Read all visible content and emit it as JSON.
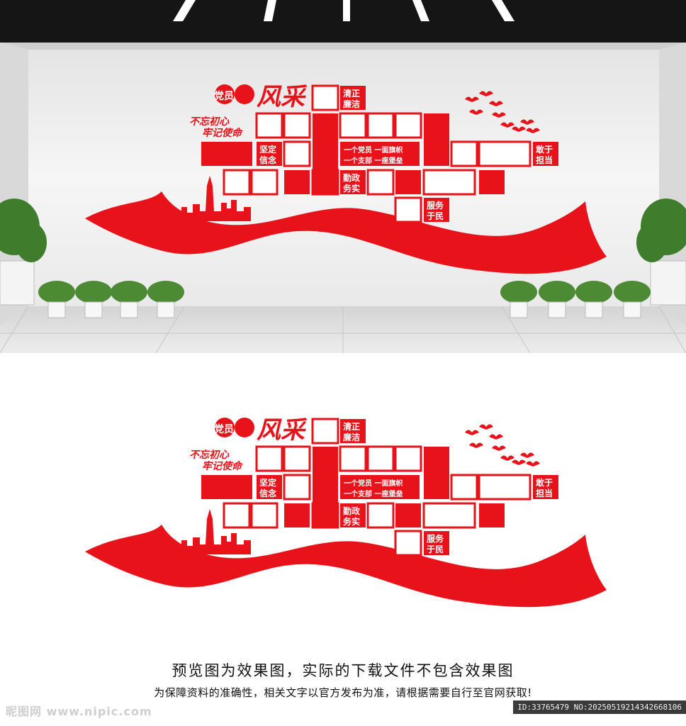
{
  "wall": {
    "title_part1": "党员",
    "title_part2": "风采",
    "slogan_line1": "不忘初心",
    "slogan_line2": "牢记使命",
    "label_qingzheng": "清正",
    "label_lianjie": "廉洁",
    "label_jianding": "坚定",
    "label_xinnian": "信念",
    "label_motto1": "一个党员 一面旗帜",
    "label_motto2": "一个支部 一座堡垒",
    "label_qinzheng": "勤政",
    "label_wushi": "务实",
    "label_fuwu": "服务",
    "label_yumin": "于民",
    "label_ganyu": "敢于",
    "label_dandang": "担当"
  },
  "captions": {
    "line1": "预览图为效果图，实际的下载文件不包含效果图",
    "line2": "为保障资料的准确性，相关文字以官方发布为准，请根据需要自行至官网获取!"
  },
  "watermark": "昵图网 www.nipic.com",
  "id_text": "ID:33765479 NO:20250519214342668106",
  "colors": {
    "red": "#e8131a",
    "wall": "#f1f1f1",
    "floor": "#dcdcdc",
    "ceiling": "#141414",
    "caption": "#111111"
  }
}
